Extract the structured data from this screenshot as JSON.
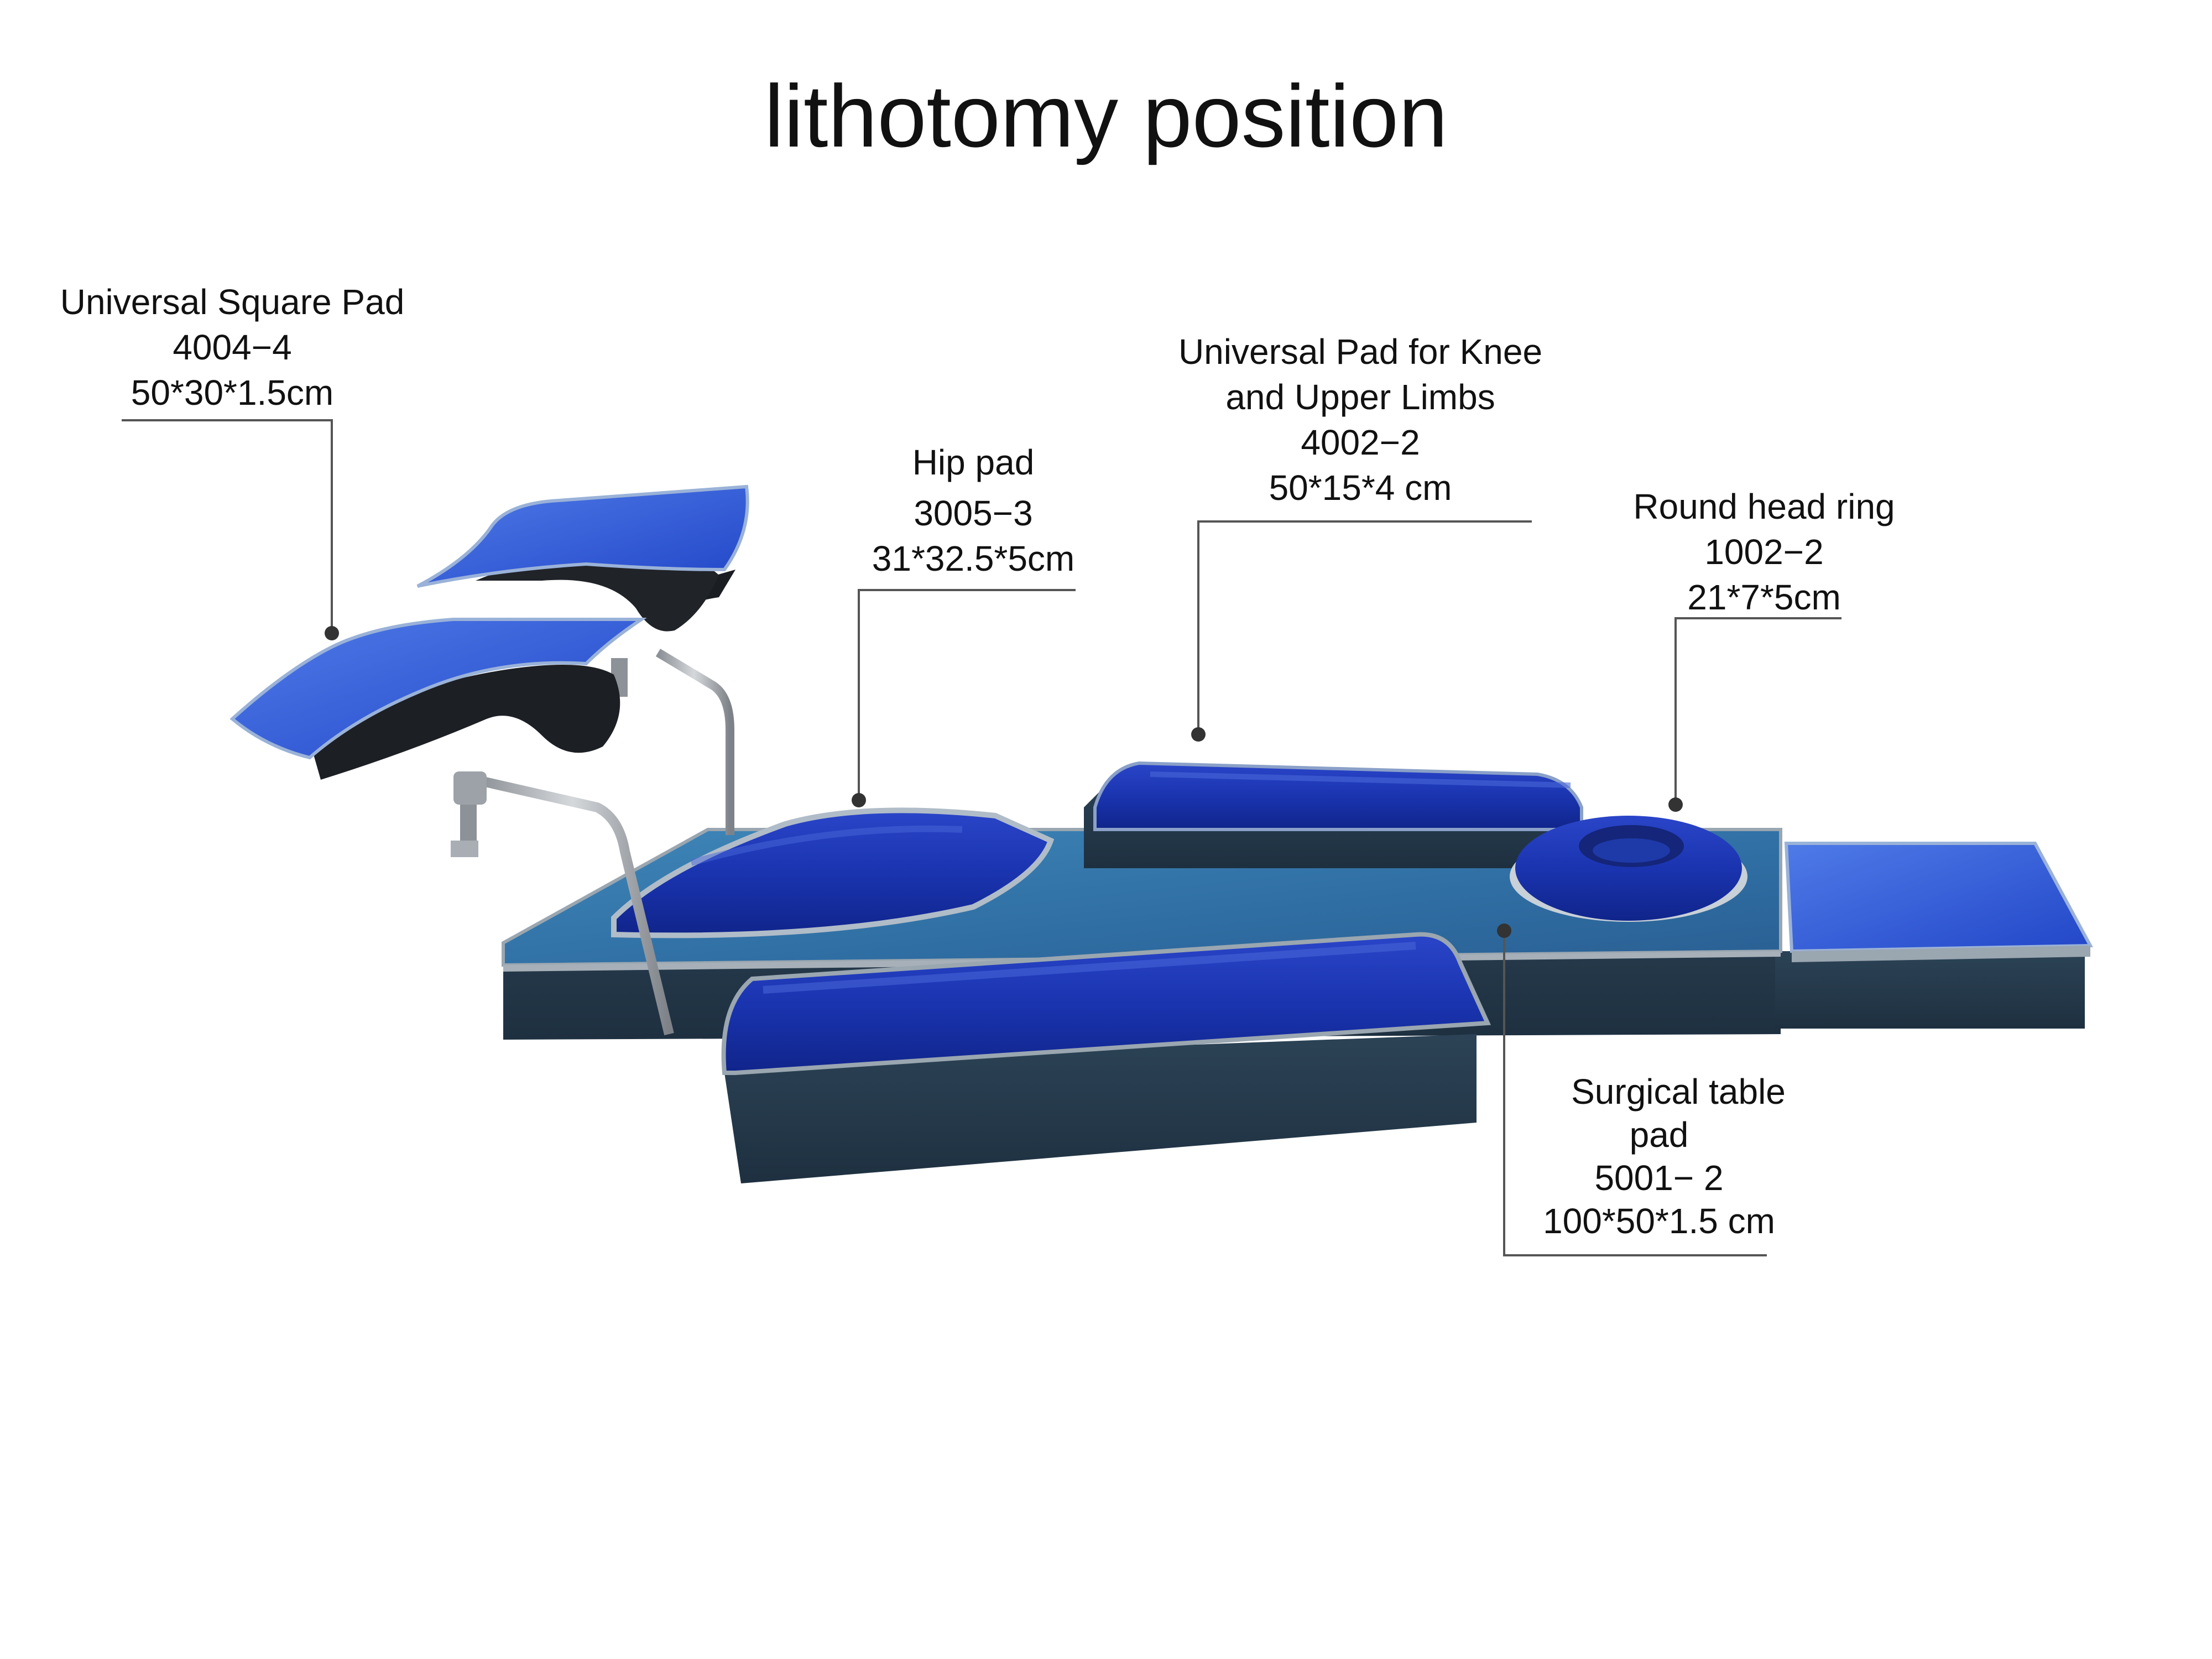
{
  "title": "lithotomy position",
  "callouts": {
    "square_pad": {
      "name": "Universal Square Pad",
      "code": "4004−4",
      "size": "50*30*1.5cm"
    },
    "hip_pad": {
      "name": "Hip pad",
      "code": "3005−3",
      "size": "31*32.5*5cm"
    },
    "knee_pad": {
      "name_line1": "Universal Pad for Knee",
      "name_line2": "and Upper Limbs",
      "code": "4002−2",
      "size": "50*15*4 cm"
    },
    "head_ring": {
      "name": "Round head ring",
      "code": "1002−2",
      "size": "21*7*5cm"
    },
    "table_pad": {
      "name_line1": "Surgical table",
      "name_line2": "pad",
      "code": "5001− 2",
      "size": "100*50*1.5 cm"
    }
  },
  "colors": {
    "gel_blue": "#1f3fc4",
    "gel_blue_light": "#3a66e0",
    "gel_teal": "#2a7fb0",
    "base_dark": "#243848",
    "foam_black": "#1c1f24",
    "metal": "#a9adb2"
  }
}
